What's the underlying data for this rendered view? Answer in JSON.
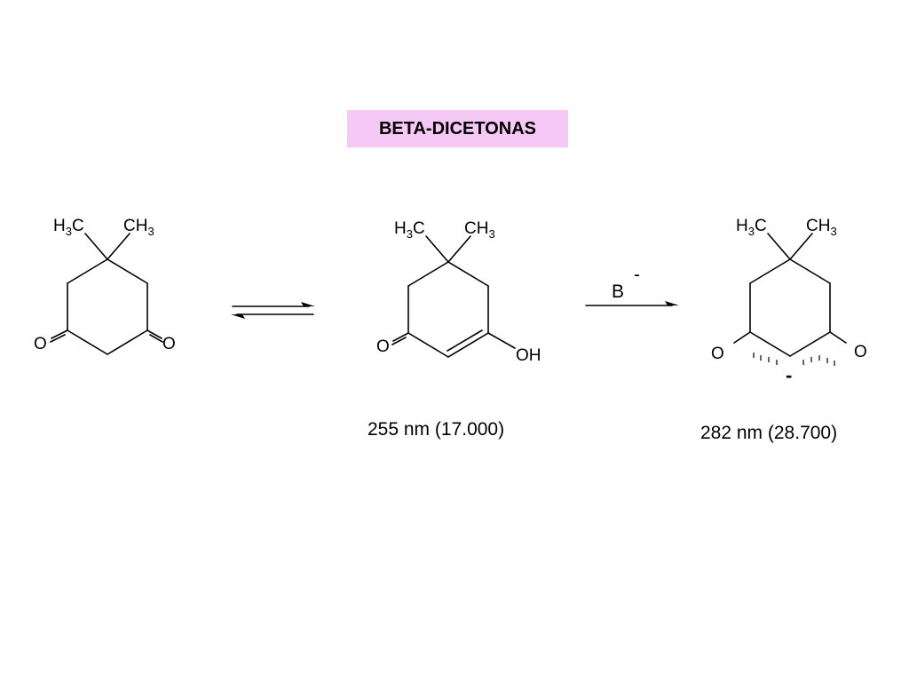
{
  "title": "BETA-DICETONAS",
  "colors": {
    "title_background": "#f6c8f6",
    "ink": "#000000",
    "background": "#ffffff"
  },
  "atoms": {
    "methyl_left_main": "H",
    "methyl_left_sub": "3",
    "methyl_left_tail": "C",
    "methyl_right_main": "CH",
    "methyl_right_sub": "3",
    "oxygen": "O",
    "hydroxyl": "OH"
  },
  "reagent": {
    "base": "B",
    "charge": "-"
  },
  "anion_charge": "-",
  "captions": {
    "enol": "255 nm (17.000)",
    "enolate": "282 nm (28.700)"
  }
}
